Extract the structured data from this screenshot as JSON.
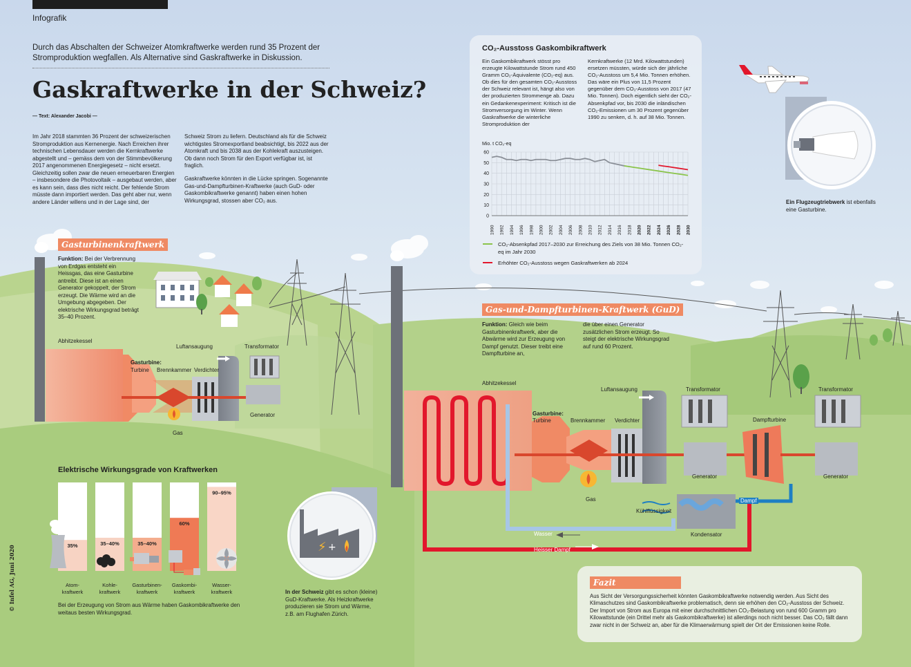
{
  "header": {
    "section": "Infografik",
    "intro": "Durch das Abschalten der Schweizer Atomkraftwerke werden rund 35 Prozent der Stromproduktion wegfallen. Als Alternative sind Gaskraftwerke in Diskussion.",
    "title": "Gaskraftwerke in der Schweiz?",
    "author": "— Text: Alexander Jacobi —"
  },
  "body": {
    "col1": "Im Jahr 2018 stammten 36 Prozent der schweizerischen Stromproduktion aus Kernenergie. Nach Erreichen ihrer technischen Lebensdauer werden die Kernkraftwerke abgestellt und – gemäss dem von der Stimmbevölkerung 2017 angenommenen Energiegesetz – nicht ersetzt. Gleichzeitig sollen zwar die neuen erneuerbaren Energien – insbesondere die Photovoltaik – ausgebaut werden, aber es kann sein, dass dies nicht reicht. Der fehlende Strom müsste dann importiert werden. Das geht aber nur, wenn andere Länder willens und in der Lage sind, der",
    "col2a": "Schweiz Strom zu liefern. Deutschland als für die Schweiz wichtigstes Stromexportland beabsichtigt, bis 2022 aus der Atomkraft und bis 2038 aus der Kohlekraft auszusteigen. Ob dann noch Strom für den Export verfügbar ist, ist fraglich.",
    "col2b": "Gaskraftwerke könnten in die Lücke springen. Sogenannte Gas-und-Dampfturbinen-Kraftwerke (auch GuD- oder Gaskombikraftwerke genannt) haben einen hohen Wirkungsgrad, stossen aber CO₂ aus."
  },
  "co2": {
    "title": "CO₂-Ausstoss Gaskombikraftwerk",
    "text1": "Ein Gaskombikraftwerk stösst pro erzeugte Kilowattstunde Strom rund 450 Gramm CO₂-Äquivalente (CO₂-eq) aus. Ob dies für den gesamten CO₂-Ausstoss der Schweiz relevant ist, hängt also von der produzierten Strommenge ab. Dazu ein Gedankenexperiment: Kritisch ist die Stromversorgung im Winter. Wenn Gaskraftwerke die winterliche Stromproduktion der",
    "text2": "Kernkraftwerke (12 Mrd. Kilowattstunden) ersetzen müssten, würde sich der jährliche CO₂-Ausstoss um 5,4 Mio. Tonnen erhöhen. Das wäre ein Plus von 11,5 Prozent gegenüber dem CO₂-Ausstoss von 2017 (47 Mio. Tonnen). Doch eigentlich sieht der CO₂-Absenkpfad vor, bis 2030 die inländischen CO₂-Emissionen um 30 Prozent gegenüber 1990 zu senken, d. h. auf 38 Mio. Tonnen.",
    "legend_green": "CO₂-Absenkpfad 2017–2030 zur Erreichung des Ziels von 38 Mio. Tonnen CO₂-eq im Jahr 2030",
    "legend_red": "Erhöhter CO₂-Ausstoss wegen Gaskraftwerken ab 2024",
    "color_hist": "#8a8f97",
    "color_green": "#8ac44a",
    "color_red": "#e2172c"
  },
  "chart_data": [
    {
      "type": "line",
      "ylabel": "Mio. t CO₂-eq",
      "ylim": [
        0,
        60
      ],
      "yticks": [
        0,
        10,
        20,
        30,
        40,
        50,
        60
      ],
      "xticks": [
        "1990",
        "1992",
        "1994",
        "1996",
        "1998",
        "2000",
        "2002",
        "2004",
        "2006",
        "2008",
        "2010",
        "2012",
        "2014",
        "2016",
        "2018",
        "2020",
        "2022",
        "2024",
        "2026",
        "2028",
        "2030"
      ],
      "x": [
        1990,
        1991,
        1992,
        1993,
        1994,
        1995,
        1996,
        1997,
        1998,
        1999,
        2000,
        2001,
        2002,
        2003,
        2004,
        2005,
        2006,
        2007,
        2008,
        2009,
        2010,
        2011,
        2012,
        2013,
        2014,
        2015,
        2016,
        2017,
        2018,
        2019,
        2020,
        2021,
        2022,
        2023,
        2024,
        2025,
        2026,
        2027,
        2028,
        2029,
        2030
      ],
      "series": [
        {
          "values": [
            55,
            56,
            55,
            53,
            53,
            52,
            53,
            53,
            52,
            53,
            53,
            53,
            52,
            52,
            53,
            54,
            54,
            53,
            53,
            54,
            53,
            51,
            52,
            53,
            50,
            49,
            48,
            47,
            null,
            null,
            null,
            null,
            null,
            null,
            null,
            null,
            null,
            null,
            null,
            null,
            null
          ]
        },
        {
          "values": [
            null,
            null,
            null,
            null,
            null,
            null,
            null,
            null,
            null,
            null,
            null,
            null,
            null,
            null,
            null,
            null,
            null,
            null,
            null,
            null,
            null,
            null,
            null,
            null,
            null,
            null,
            null,
            47,
            46.3,
            45.6,
            44.9,
            44.2,
            43.5,
            42.8,
            42.1,
            41.4,
            40.7,
            40,
            39.4,
            38.7,
            38
          ]
        },
        {
          "values": [
            null,
            null,
            null,
            null,
            null,
            null,
            null,
            null,
            null,
            null,
            null,
            null,
            null,
            null,
            null,
            null,
            null,
            null,
            null,
            null,
            null,
            null,
            null,
            null,
            null,
            null,
            null,
            null,
            null,
            null,
            null,
            null,
            null,
            null,
            47.5,
            46.8,
            46.2,
            45.5,
            44.8,
            44.1,
            43.4
          ]
        }
      ]
    },
    {
      "type": "bar",
      "title": "Elektrische Wirkungsgrade von Kraftwerken",
      "categories": [
        "Atom-\nkraftwerk",
        "Kohle-\nkraftwerk",
        "Gasturbinen-\nkraftwerk",
        "Gaskombi-\nkraftwerk",
        "Wasser-\nkraftwerk"
      ],
      "values": [
        35,
        37.5,
        37.5,
        60,
        95
      ],
      "labels": [
        "35%",
        "35–40%",
        "35–40%",
        "60%",
        "90–95%"
      ],
      "ylim": [
        0,
        100
      ],
      "note": "Bei der Erzeugung von Strom aus Wärme haben Gaskombikraftwerke den weitaus besten Wirkungsgrad."
    }
  ],
  "gt": {
    "tag": "Gasturbinenkraftwerk",
    "func_bold": "Funktion:",
    "func": " Bei der Verbrennung von Erdgas entsteht ein Heissgas, das eine Gasturbine antreibt. Diese ist an einen Generator gekoppelt, der Strom erzeugt. Die Wärme wird an die Umgebung abgegeben. Der elektrische Wirkungsgrad beträgt 35–40 Prozent.",
    "kessel": "Abhitzekessel",
    "gasturbine": "Gasturbine:",
    "turbine": "Turbine",
    "brenn": "Brennkammer",
    "verd": "Verdichter",
    "luft": "Luftansaugung",
    "trafo": "Transformator",
    "gen": "Generator",
    "gas": "Gas"
  },
  "gud": {
    "tag": "Gas-und-Dampfturbinen-Kraftwerk (GuD)",
    "func_bold": "Funktion:",
    "func1": " Gleich wie beim Gasturbinenkraftwerk, aber die Abwärme wird zur Erzeugung von Dampf genutzt. Dieser treibt eine Dampfturbine an,",
    "func2": "die über einen Generator zusätzlichen Strom erzeugt. So steigt der elektrische Wirkungsgrad auf rund 60 Prozent.",
    "kessel": "Abhitzekessel",
    "gasturbine": "Gasturbine:",
    "turbine": "Turbine",
    "brenn": "Brennkammer",
    "verd": "Verdichter",
    "luft": "Luftansaugung",
    "trafo1": "Transformator",
    "trafo2": "Transformator",
    "dampfturbine": "Dampfturbine",
    "gen1": "Generator",
    "gen2": "Generator",
    "gas": "Gas",
    "dampf": "Dampf",
    "kuehl": "Kühlflüssigkeit",
    "kond": "Kondensator",
    "wasser": "Wasser",
    "heiss": "Heisser Dampf"
  },
  "plane": {
    "bold": "Ein Flugzeugtriebwerk",
    "text": " ist ebenfalls eine Gasturbine."
  },
  "swiss": {
    "bold": "In der Schweiz",
    "text": " gibt es schon (kleine) GuD-Kraftwerke. Als Heizkraftwerke produzieren sie Strom und Wärme, z.B. am Flughafen Zürich."
  },
  "fazit": {
    "tag": "Fazit",
    "text": "Aus Sicht der Versorgungssicherheit könnten Gaskombikraftwerke notwendig werden. Aus Sicht des Klimaschutzes sind Gaskombikraftwerke problematisch, denn sie erhöhen den CO₂-Ausstoss der Schweiz. Der Import von Strom aus Europa mit einer durchschnittlichen CO₂-Belastung von rund 600 Gramm pro Kilowattstunde (ein Drittel mehr als Gaskombikraftwerke) ist allerdings noch nicht besser. Das CO₂ fällt dann zwar nicht in der Schweiz an, aber für die Klimaerwärmung spielt der Ort der Emissionen keine Rolle."
  },
  "credit": "© Infel AG, Juni 2020"
}
